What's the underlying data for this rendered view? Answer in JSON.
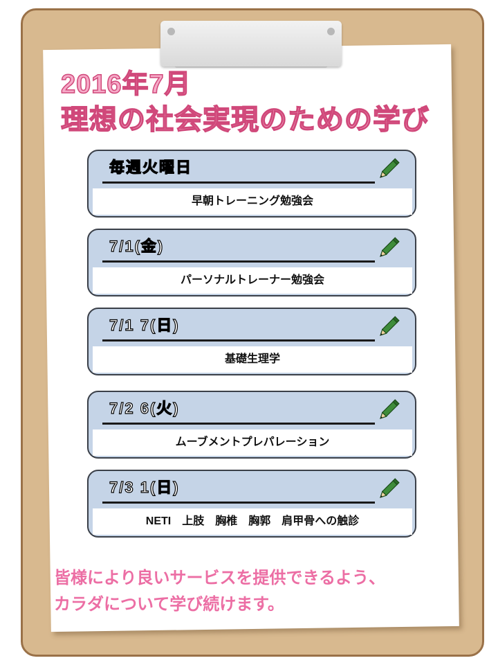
{
  "header": {
    "line1": "2016年7月",
    "line2": "理想の社会実現のための学び"
  },
  "schedule": [
    {
      "date": "毎週火曜日",
      "title": "早朝トレーニング勉強会"
    },
    {
      "date": "7/1(金)",
      "title": "パーソナルトレーナー勉強会"
    },
    {
      "date": "7/1 7(日)",
      "title": "基礎生理学"
    },
    {
      "date": "7/2 6(火)",
      "title": "ムーブメントプレパレーション"
    },
    {
      "date": "7/3 1(日)",
      "title": "NETI　上肢　胸椎　胸郭　肩甲骨への触診"
    }
  ],
  "footer": {
    "line1": "皆様により良いサービスを提供できるよう、",
    "line2": "カラダについて学び続けます。"
  },
  "icons": {
    "pencil": "pencil-icon"
  },
  "colors": {
    "board": "#d8b98f",
    "card": "#c5d4e7",
    "title_pink": "#f6aac8",
    "footer_pink": "#ec6ea4",
    "pencil_green": "#3e8c3a"
  }
}
